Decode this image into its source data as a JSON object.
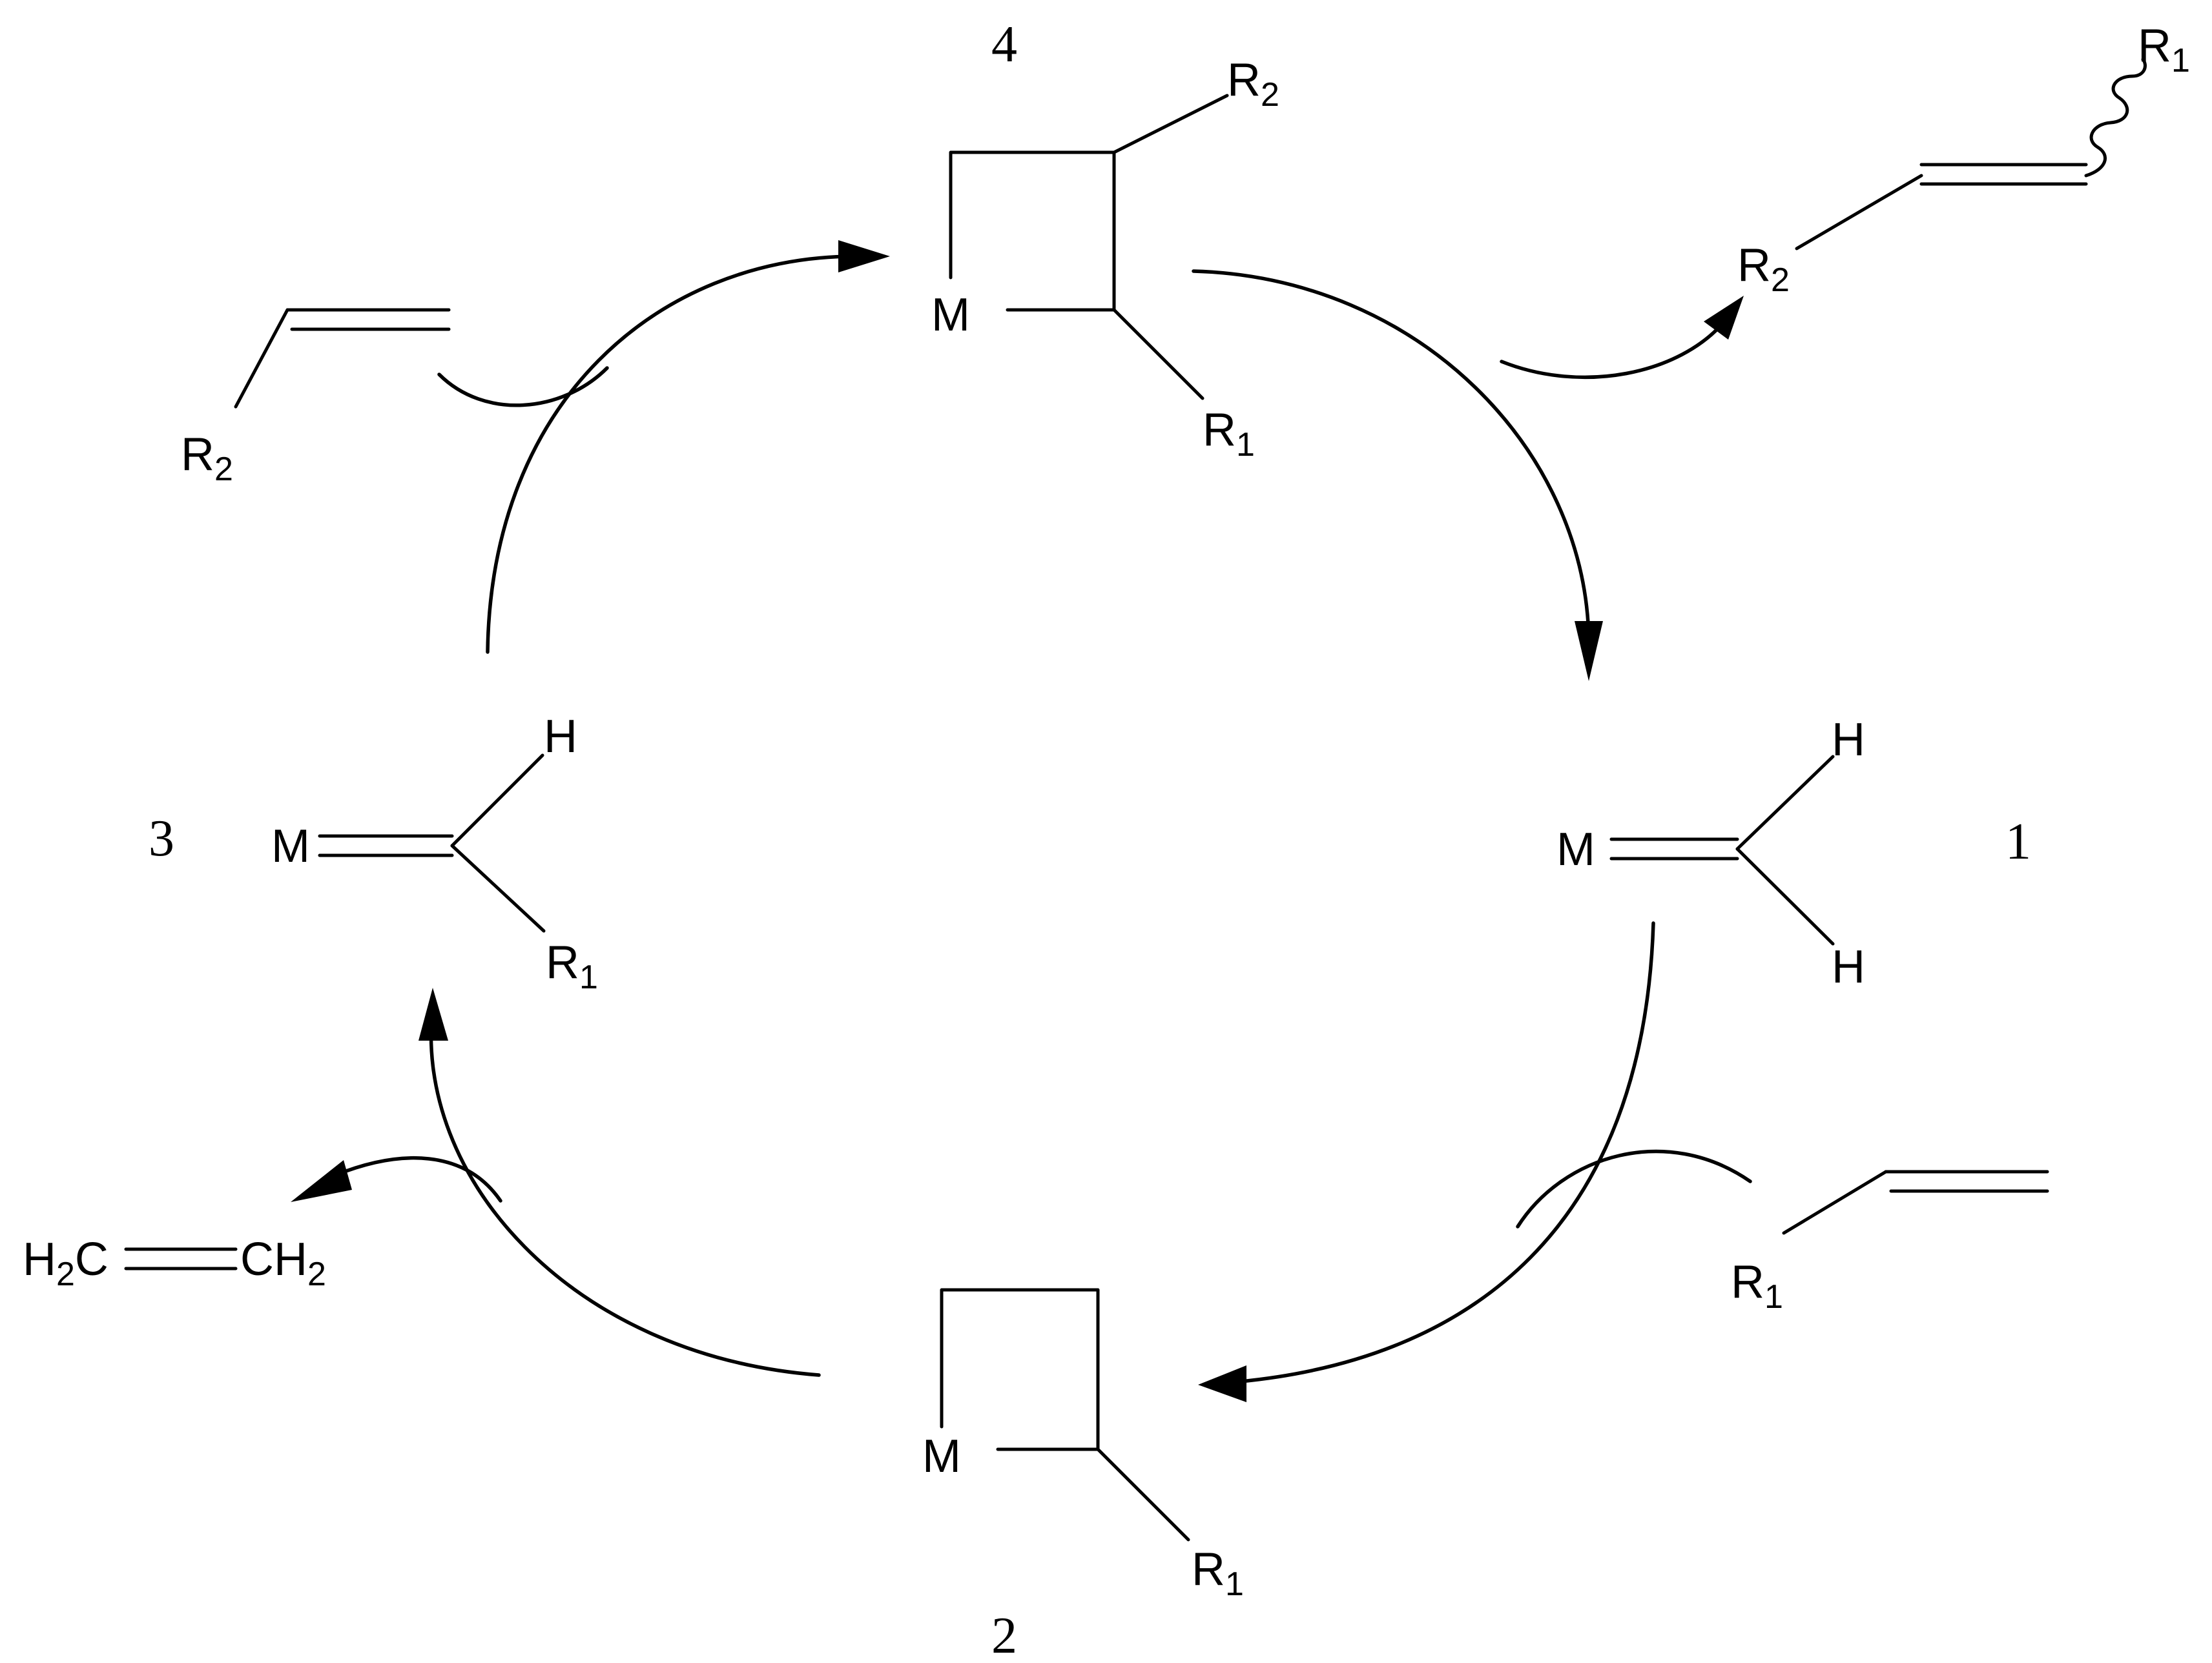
{
  "compounds": [
    {
      "id": "c1",
      "label": "1"
    },
    {
      "id": "c2",
      "label": "2"
    },
    {
      "id": "c3",
      "label": "3"
    },
    {
      "id": "c4",
      "label": "4"
    }
  ],
  "atoms": {
    "metal": "M",
    "hydrogen": "H",
    "r": "R",
    "sub1": "1",
    "sub2": "2",
    "ch": "C",
    "ethylene_left": "H",
    "ethylene_left_sub": "2",
    "ethylene_left_tail": "C",
    "ethylene_right": "CH",
    "ethylene_right_sub": "2"
  },
  "colors": {
    "ink": "#000000",
    "background": "#ffffff"
  }
}
